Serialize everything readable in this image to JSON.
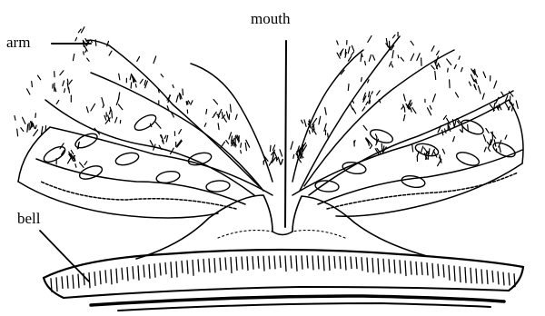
{
  "labels": {
    "arm": "arm",
    "mouth": "mouth",
    "bell": "bell"
  },
  "colors": {
    "ink": "#000000",
    "paper": "#ffffff"
  }
}
